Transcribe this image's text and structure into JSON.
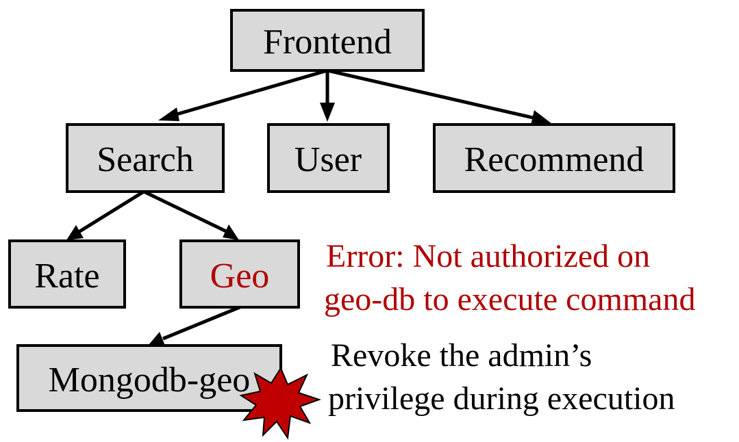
{
  "colors": {
    "node_fill": "#d9d9d9",
    "node_stroke": "#000000",
    "text": "#000000",
    "error_text": "#b00000",
    "burst_fill": "#c00000"
  },
  "nodes": {
    "frontend": "Frontend",
    "search": "Search",
    "user": "User",
    "recommend": "Recommend",
    "rate": "Rate",
    "geo": "Geo",
    "mongodb_geo": "Mongodb-geo"
  },
  "error_note": {
    "line1": "Error: Not authorized on",
    "line2": "geo-db to execute command"
  },
  "action_note": {
    "line1": "Revoke the admin’s",
    "line2": "privilege during execution"
  },
  "icons": {
    "burst": "explosion-icon"
  }
}
